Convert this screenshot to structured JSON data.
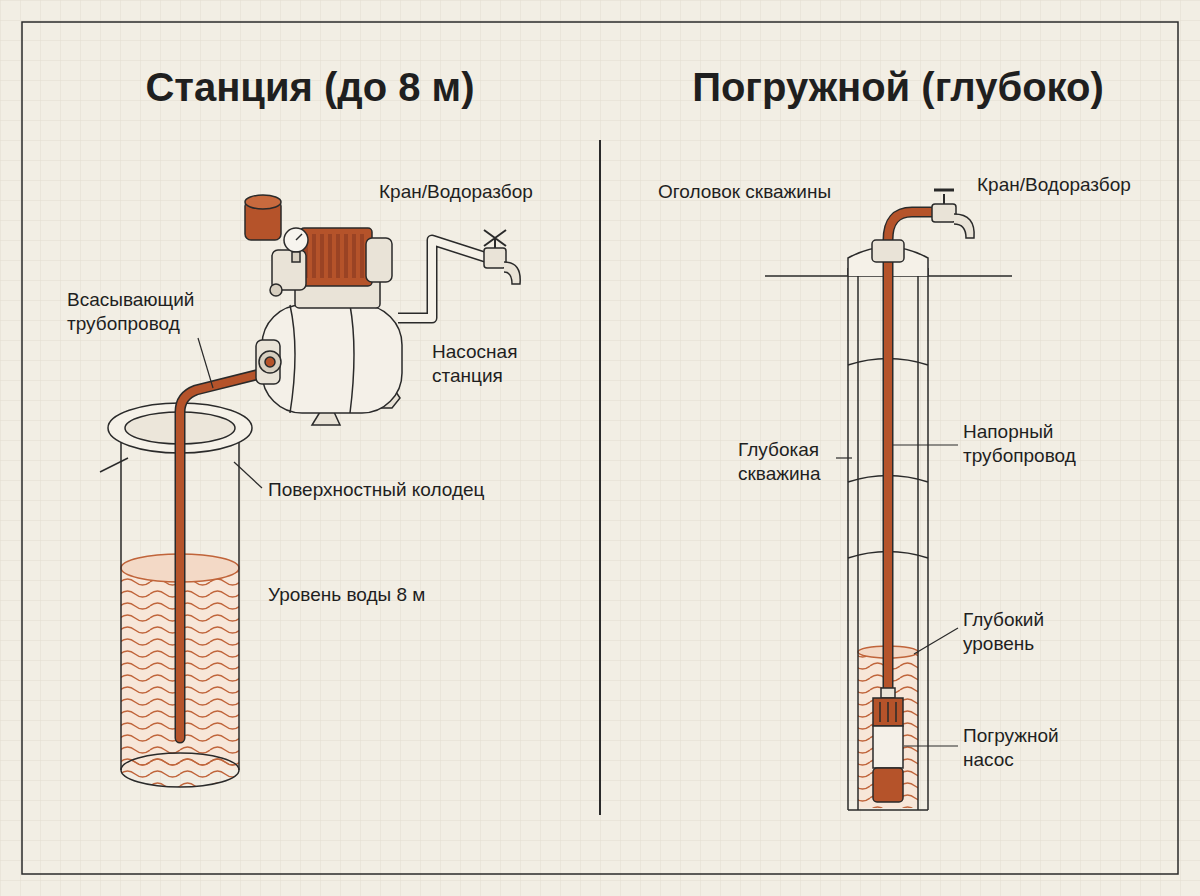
{
  "diagram": {
    "labels": [
      "Станция (до 8 м)",
      "Погружной (глубоко)",
      "Кран/Водоразбор",
      "Всасывающий трубопровод",
      "Насосная станция",
      "Поверхностный колодец",
      "Уровень воды 8 м",
      "Оголовок скважины",
      "Кран/Водоразбор",
      "Глубокая скважина",
      "Напорный трубопровод",
      "Глубокий уровень",
      "Погружной насос"
    ]
  }
}
